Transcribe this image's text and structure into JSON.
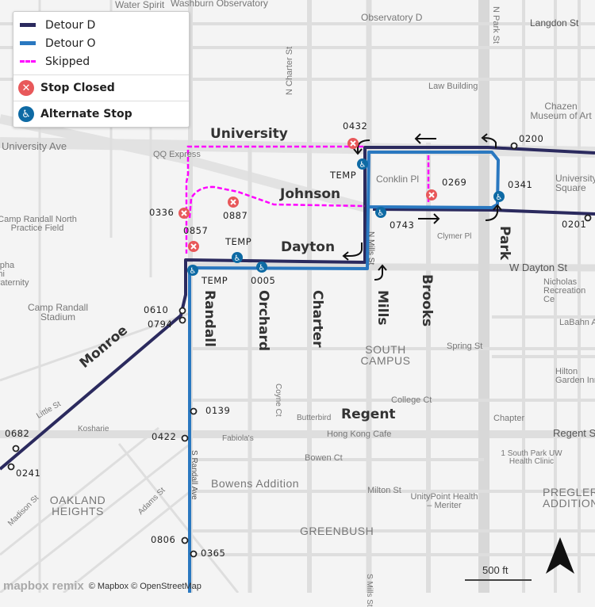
{
  "colors": {
    "detour_d": "#2b2a5e",
    "detour_o": "#2a78c0",
    "skipped": "#ff00ff",
    "stop_closed": "#e8585a",
    "alternate_stop": "#0e6aa4"
  },
  "legend": {
    "items": [
      {
        "label": "Detour D",
        "style": "solid-dark"
      },
      {
        "label": "Detour O",
        "style": "solid-blue"
      },
      {
        "label": "Skipped",
        "style": "dashed-magenta"
      }
    ],
    "stop_closed": {
      "label": "Stop Closed",
      "icon": "x-circle-icon"
    },
    "alternate_stop": {
      "label": "Alternate Stop",
      "icon": "wheelchair-icon"
    }
  },
  "route_labels": [
    "University",
    "Johnson",
    "Dayton",
    "Randall",
    "Orchard",
    "Charter",
    "Mills",
    "Brooks",
    "Park",
    "Monroe",
    "Regent"
  ],
  "stops": {
    "closed": [
      "0432",
      "0336",
      "0887",
      "0857",
      "0269"
    ],
    "alternate": [
      "TEMP",
      "0743",
      "0341",
      "TEMP",
      "0005",
      "TEMP"
    ],
    "regular": [
      "0200",
      "0201",
      "0610",
      "0794",
      "0139",
      "0422",
      "0682",
      "0241",
      "0806",
      "0365"
    ]
  },
  "places": [
    "Water Spirit",
    "Washburn Observatory",
    "Observatory D",
    "Langdon St",
    "N Park St",
    "Law Building",
    "Chazen Museum of Art",
    "University Ave",
    "QQ Express",
    "N Charter St",
    "Conklin Pl",
    "University Square",
    "Camp Randall North Practice Field",
    "Clymer Pl",
    "N Mills St",
    "W Dayton St",
    "Nicholas Recreation Ce",
    "Alpha Phi Fraternity",
    "Camp Randall Stadium",
    "LaBahn Arena",
    "SOUTH CAMPUS",
    "Spring St",
    "Hilton Garden Inn",
    "Coyne Ct",
    "Little St",
    "College Ct",
    "Butterbird",
    "Chapter",
    "Kosharie",
    "Fabiola's",
    "Hong Kong Cafe",
    "Regent St",
    "S Randall Ave",
    "Bowen Ct",
    "1 South Park UW Health Clinic",
    "Bowens Addition",
    "Madison St",
    "OAKLAND HEIGHTS",
    "Adams St",
    "Milton St",
    "UnityPoint Health – Meriter",
    "PREGLER ADDITION",
    "GREENBUSH",
    "S Mills St",
    "N Park St"
  ],
  "scale": {
    "label": "500 ft"
  },
  "attribution": {
    "logos": "mapbox  remix",
    "text": "© Mapbox © OpenStreetMap"
  },
  "north_arrow": "north-arrow-icon"
}
